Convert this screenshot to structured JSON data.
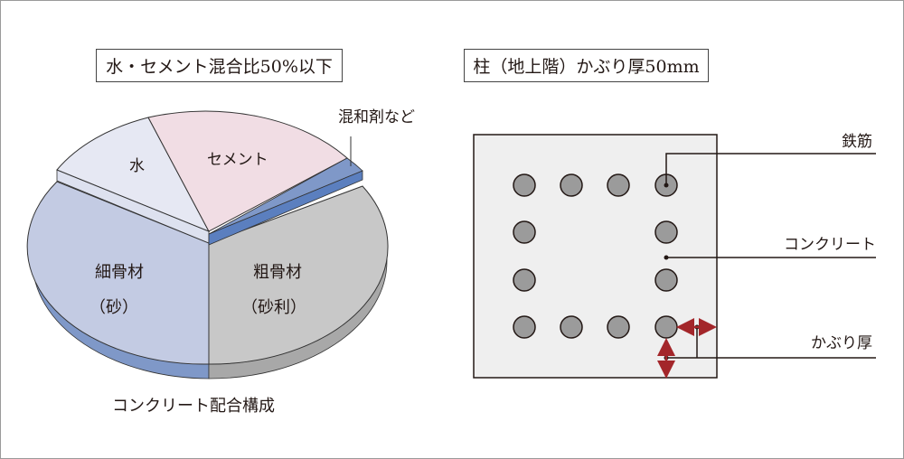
{
  "left_panel": {
    "title": "水・セメント混合比50%以下",
    "caption": "コンクリート配合構成",
    "slices": {
      "water": "水",
      "cement": "セメント",
      "admixture": "混和剤など",
      "fine_aggregate": "細骨材",
      "fine_aggregate_note": "（砂）",
      "coarse_aggregate": "粗骨材",
      "coarse_aggregate_note": "（砂利）"
    },
    "colors": {
      "water": "#e6e8f3",
      "cement": "#f1dde4",
      "admixture": "#7f98c8",
      "fine_aggregate": "#c3cbe3",
      "coarse_aggregate": "#c8c8c8"
    }
  },
  "right_panel": {
    "title": "柱（地上階）かぶり厚50mm",
    "labels": {
      "rebar": "鉄筋",
      "concrete": "コンクリート",
      "cover": "かぶり厚"
    },
    "colors": {
      "concrete": "#efefef",
      "rebar": "#9b9b9b",
      "arrow": "#a3262a"
    }
  }
}
